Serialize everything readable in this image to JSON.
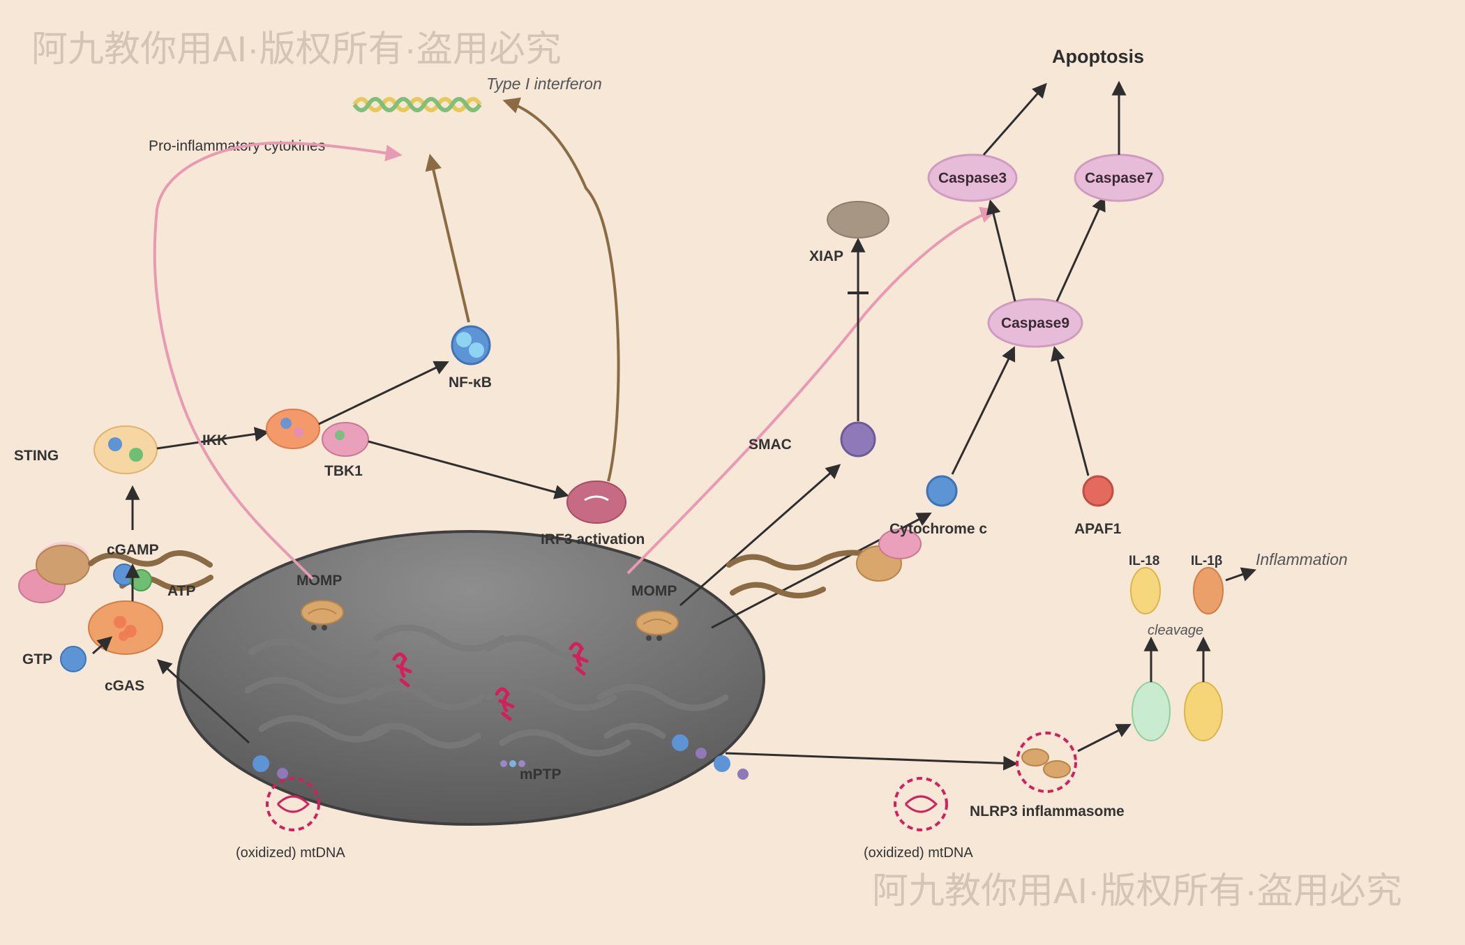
{
  "watermark": {
    "top": "阿九教你用AI·版权所有·盗用必究",
    "bottom": "阿九教你用AI·版权所有·盗用必究"
  },
  "labels": {
    "apoptosis": "Apoptosis",
    "type_i_interferon": "Type I interferon",
    "pro_inflammatory_cytokines": "Pro-inflammatory cytokines",
    "caspase3": "Caspase3",
    "caspase7": "Caspase7",
    "caspase9": "Caspase9",
    "xiap": "XIAP",
    "nf_kb": "NF-κB",
    "sting": "STING",
    "ikk": "IKK",
    "tbk1": "TBK1",
    "smac": "SMAC",
    "irf3": "IRF3 activation",
    "cytochrome_c": "Cytochrome c",
    "apaf1": "APAF1",
    "cgamp": "cGAMP",
    "atp": "ATP",
    "momp_left": "MOMP",
    "momp_right": "MOMP",
    "gtp": "GTP",
    "cgas": "cGAS",
    "il18": "IL-18",
    "il1b": "IL-1β",
    "inflammation": "Inflammation",
    "cleavage": "cleavage",
    "mptp": "mPTP",
    "mtdna_left": "(oxidized) mtDNA",
    "mtdna_right": "(oxidized) mtDNA",
    "nlrp3": "NLRP3 inflammasome"
  },
  "colors": {
    "background": "#f6e7d6",
    "arrow": "#2e2e2e",
    "brown_arrow": "#8b6b43",
    "pink_arrow": "#e89ab2",
    "caspase_fill": "#e7bcd8",
    "mito_fill": "#6a6a6a"
  }
}
